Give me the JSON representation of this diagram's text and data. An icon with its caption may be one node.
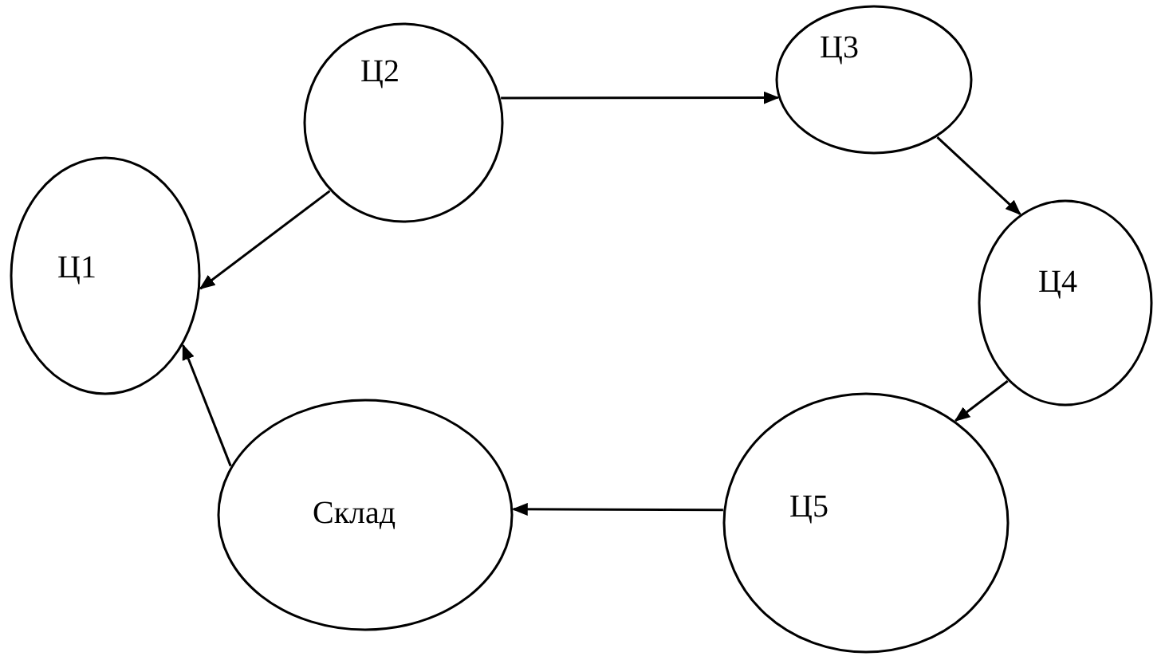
{
  "diagram": {
    "nodes": [
      {
        "text": [
          "Ц2"
        ]
      },
      {
        "text": [
          "Ц3"
        ]
      },
      {
        "text": [
          "Ц1"
        ]
      },
      {
        "text": [
          "Ц4"
        ]
      },
      {
        "text": [
          "Склад"
        ]
      },
      {
        "text": [
          "Ц5"
        ]
      }
    ],
    "edges": [
      {
        "from": 0,
        "to": 1,
        "arrow": "to"
      },
      {
        "from": 1,
        "to": 3,
        "arrow": "to"
      },
      {
        "from": 3,
        "to": 5,
        "arrow": "to"
      },
      {
        "from": 5,
        "to": 4,
        "arrow": "to"
      },
      {
        "from": 4,
        "to": 2,
        "arrow": "to"
      },
      {
        "from": 0,
        "to": 2,
        "arrow": "to"
      }
    ]
  }
}
